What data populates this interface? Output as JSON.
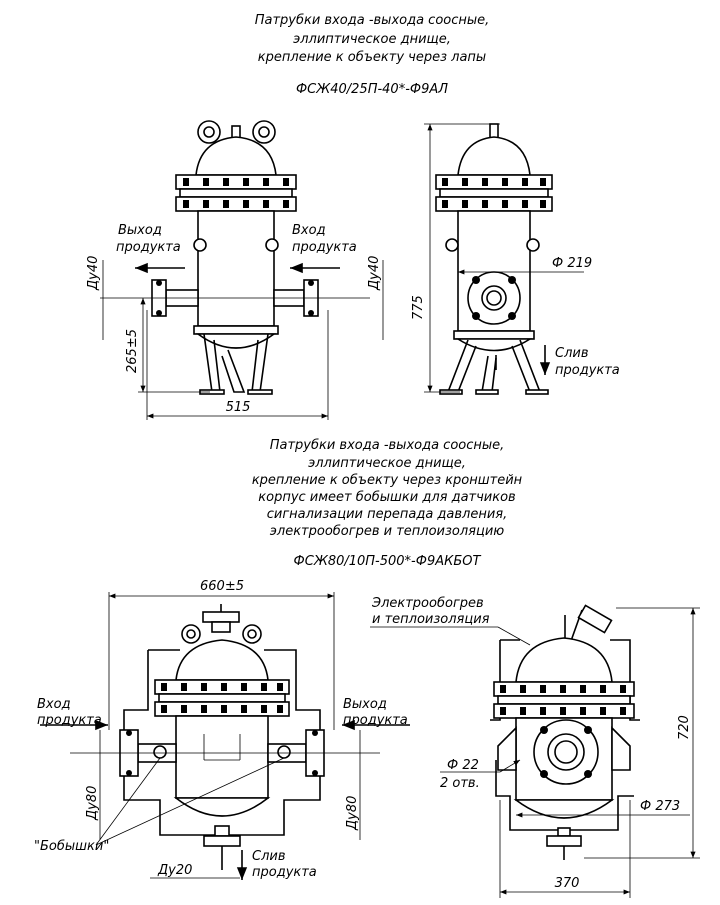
{
  "top": {
    "desc": [
      "Патрубки входа -выхода соосные,",
      "эллиптическое днище,",
      "крепление к объекту через лапы"
    ],
    "model": "ФСЖ40/25П-40*-Ф9АЛ",
    "front": {
      "outlet": [
        "Выход",
        "продукта"
      ],
      "inlet": [
        "Вход",
        "продукта"
      ],
      "du_left": "Ду40",
      "du_right": "Ду40",
      "height_dim": "265±5",
      "width_dim": "515"
    },
    "side": {
      "diameter": "Ф 219",
      "height_dim": "775",
      "drain": [
        "Слив",
        "продукта"
      ]
    }
  },
  "bottom": {
    "desc": [
      "Патрубки входа -выхода соосные,",
      "эллиптическое днище,",
      "крепление к объекту через кронштейн",
      "корпус имеет бобышки для датчиков",
      "сигнализации перепада давления,",
      "электрообогрев и теплоизоляцию"
    ],
    "model": "ФСЖ80/10П-500*-Ф9АКБОТ",
    "front": {
      "width_dim": "660±5",
      "inlet": [
        "Вход",
        "продукта"
      ],
      "outlet": [
        "Выход",
        "продукта"
      ],
      "du_left": "Ду80",
      "du_right": "Ду80",
      "bosses": "\"Бобышки\"",
      "du_drain": "Ду20",
      "drain": [
        "Слив",
        "продукта"
      ]
    },
    "side": {
      "heating": [
        "Электрообогрев",
        "и теплоизоляция"
      ],
      "hole_dia": "Ф 22",
      "holes": "2 отв.",
      "diameter": "Ф 273",
      "height_dim": "720",
      "width_dim": "370"
    }
  }
}
